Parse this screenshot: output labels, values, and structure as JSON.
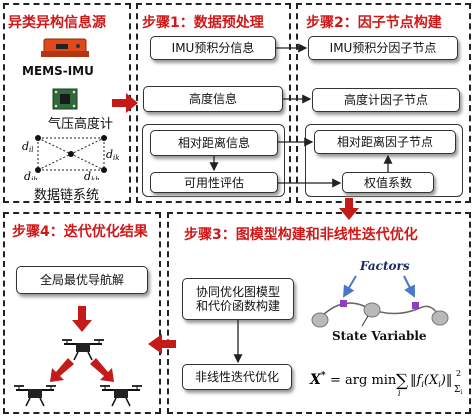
{
  "panels": {
    "source": {
      "title": "异类异构信息源",
      "imu_label": "MEMS-IMU",
      "baro_label": "气压高度计",
      "link_label": "数据链系统"
    },
    "step1": {
      "title": "步骤1：数据预处理",
      "imu_info": "IMU预积分信息",
      "height_info": "高度信息",
      "distance_info": "相对距离信息",
      "availability": "可用性评估"
    },
    "step2": {
      "title": "步骤2：因子节点构建",
      "imu_factor": "IMU预积分因子节点",
      "height_factor": "高度计因子节点",
      "distance_factor": "相对距离因子节点",
      "weight": "权值系数"
    },
    "step3": {
      "title": "步骤3：图模型构建和非线性迭代优化",
      "graph_build": "协同优化图模型和代价函数构建",
      "nonlinear": "非线性迭代优化",
      "factors_label": "Factors",
      "state_label": "State Variable"
    },
    "step4": {
      "title": "步骤4：迭代优化结果",
      "result": "全局最优导航解"
    }
  },
  "graph_nodes": {
    "d_il": "d",
    "d_il_sub": "il",
    "d_ik": "d",
    "d_ik_sub": "ik",
    "d_jh": "d",
    "d_jh_sub": "jh",
    "d_kh": "d",
    "d_kh_sub": "kh"
  },
  "formula": {
    "lhs": "X",
    "star": "*",
    "eq": "= arg min",
    "sub_i": "i",
    "sum": "∑",
    "body": "‖f",
    "body_sub": "i",
    "body_arg": "(X",
    "body_arg_sub": "i",
    "body_close": ")‖",
    "sq": "2",
    "norm_sub": "Σ",
    "norm_sub_i": "i"
  },
  "colors": {
    "title_red": "#d01818",
    "arrow_red": "#c41a1a",
    "imu_orange": "#e04a1a",
    "factor_purple": "#8c3fbf",
    "node_grey": "#b9b9b9",
    "factor_arrow_blue": "#4a78c8"
  }
}
